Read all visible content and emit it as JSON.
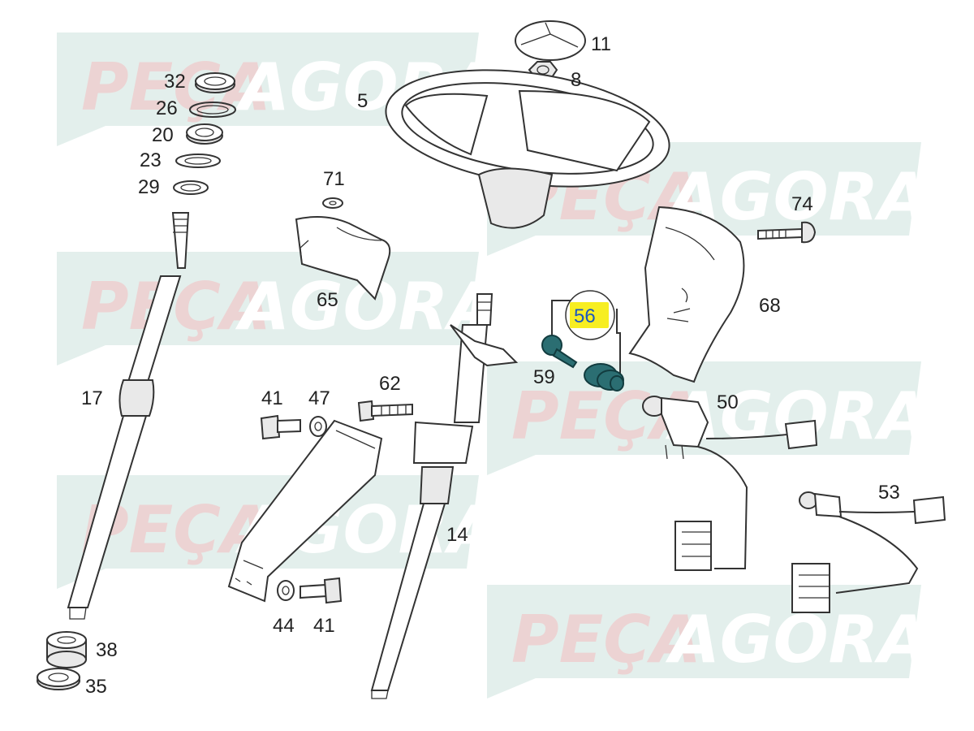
{
  "watermark": {
    "text_left": "PEÇA",
    "text_right": "AGORA",
    "band_color": "#e3efec",
    "left_text_color": "#ecd3d3",
    "right_text_color": "#ffffff"
  },
  "highlight_color": "#f7ee22",
  "accent_part_color": "#2b6e72",
  "labels": {
    "p11": "11",
    "p8": "8",
    "p5": "5",
    "p32": "32",
    "p26": "26",
    "p20": "20",
    "p23": "23",
    "p29": "29",
    "p71": "71",
    "p74": "74",
    "p65": "65",
    "p56": "56",
    "p68": "68",
    "p59": "59",
    "p17": "17",
    "p62": "62",
    "p41a": "41",
    "p47": "47",
    "p50": "50",
    "p53": "53",
    "p14": "14",
    "p44": "44",
    "p41b": "41",
    "p38": "38",
    "p35": "35"
  }
}
